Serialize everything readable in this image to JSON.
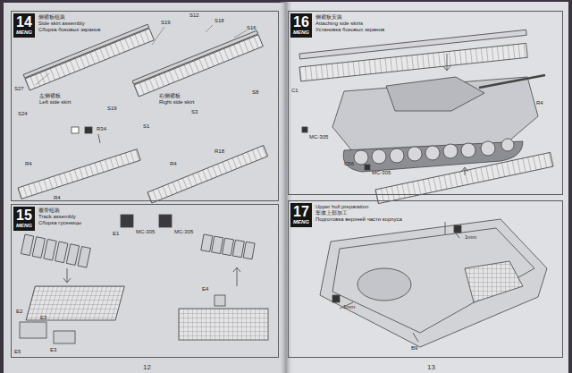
{
  "diagram": {
    "nodes": [
      {
        "text": [
          "侧裙板组装",
          "Side skirt assembly",
          "Сборка боковых экранов"
        ]
      },
      {
        "text": [
          "14",
          "MENG"
        ],
        "in": 0
      },
      {
        "text": [
          "履带组装",
          "Track assembly",
          "Сборка гусеницы"
        ]
      },
      {
        "text": [
          "15",
          "MENG"
        ],
        "in": 2
      },
      {
        "text": [
          "侧裙板安装",
          "Attaching side skirts",
          "Установка боковых экранов"
        ]
      },
      {
        "text": [
          "16",
          "MENG"
        ],
        "in": 4
      },
      {
        "text": [
          "Upper hull preparation",
          "车体上部加工",
          "Подготовка верхней части корпуса"
        ]
      },
      {
        "text": [
          "17",
          "MENG"
        ],
        "in": 6
      }
    ],
    "labels": [
      "S12",
      "S19",
      "S18",
      "S16",
      "S27",
      "S24",
      "S19",
      "S3",
      "S8",
      "S1",
      "左侧裙板",
      "Left side skirt",
      "右侧裙板",
      "Right side skirt",
      "R34",
      "R4",
      "R4",
      "R4",
      "R18",
      "E1",
      "MC-305",
      "MC-305",
      "E2",
      "E3",
      "E3",
      "E5",
      "E4",
      "C1",
      "C56",
      "R4",
      "MC-305",
      "MC-305",
      "1mm",
      "1mm",
      "B9",
      "12",
      "13"
    ]
  }
}
